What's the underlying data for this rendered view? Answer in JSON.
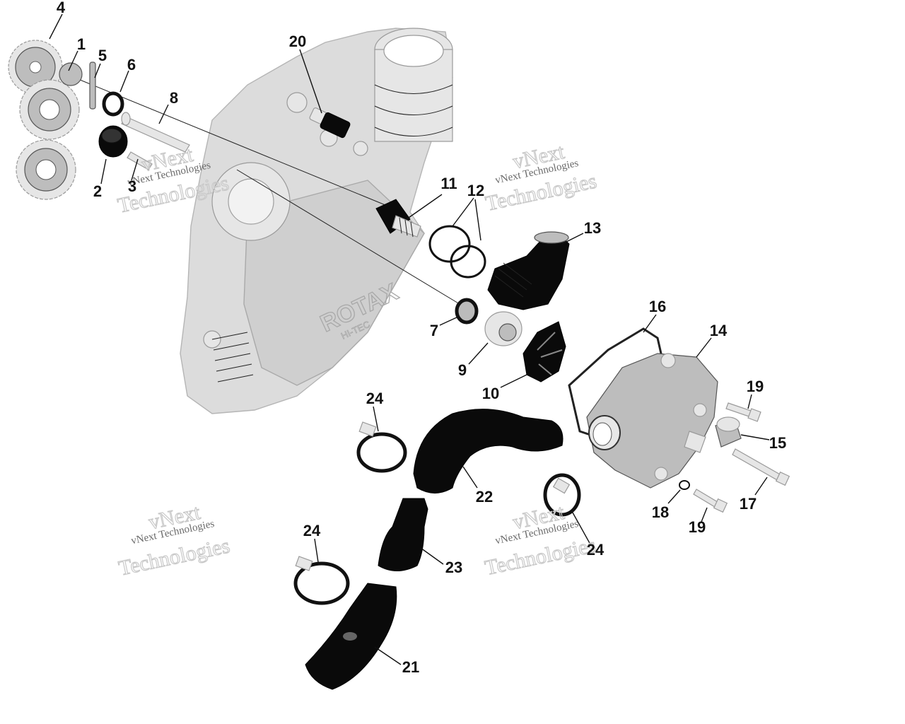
{
  "callouts": [
    {
      "id": "1",
      "label": "1"
    },
    {
      "id": "2",
      "label": "2"
    },
    {
      "id": "3",
      "label": "3"
    },
    {
      "id": "4",
      "label": "4"
    },
    {
      "id": "5",
      "label": "5"
    },
    {
      "id": "6",
      "label": "6"
    },
    {
      "id": "7",
      "label": "7"
    },
    {
      "id": "8",
      "label": "8"
    },
    {
      "id": "9",
      "label": "9"
    },
    {
      "id": "10",
      "label": "10"
    },
    {
      "id": "11",
      "label": "11"
    },
    {
      "id": "12",
      "label": "12"
    },
    {
      "id": "13",
      "label": "13"
    },
    {
      "id": "14",
      "label": "14"
    },
    {
      "id": "15",
      "label": "15"
    },
    {
      "id": "16",
      "label": "16"
    },
    {
      "id": "17",
      "label": "17"
    },
    {
      "id": "18",
      "label": "18"
    },
    {
      "id": "19a",
      "label": "19"
    },
    {
      "id": "19b",
      "label": "19"
    },
    {
      "id": "20",
      "label": "20"
    },
    {
      "id": "21",
      "label": "21"
    },
    {
      "id": "22",
      "label": "22"
    },
    {
      "id": "23",
      "label": "23"
    },
    {
      "id": "24a",
      "label": "24"
    },
    {
      "id": "24b",
      "label": "24"
    },
    {
      "id": "24c",
      "label": "24"
    }
  ],
  "watermark": {
    "line1": "vNext Technologies",
    "line2": "vNext",
    "line3": "Technologies"
  },
  "cover_logo": {
    "brand": "ROTAX",
    "sub": "HI-TEC"
  },
  "colors": {
    "ink": "#111111",
    "housing": "#dcdcdc",
    "rubber": "#0a0a0a",
    "metal": "#bdbdbd",
    "watermark": "#6b6b6b"
  }
}
